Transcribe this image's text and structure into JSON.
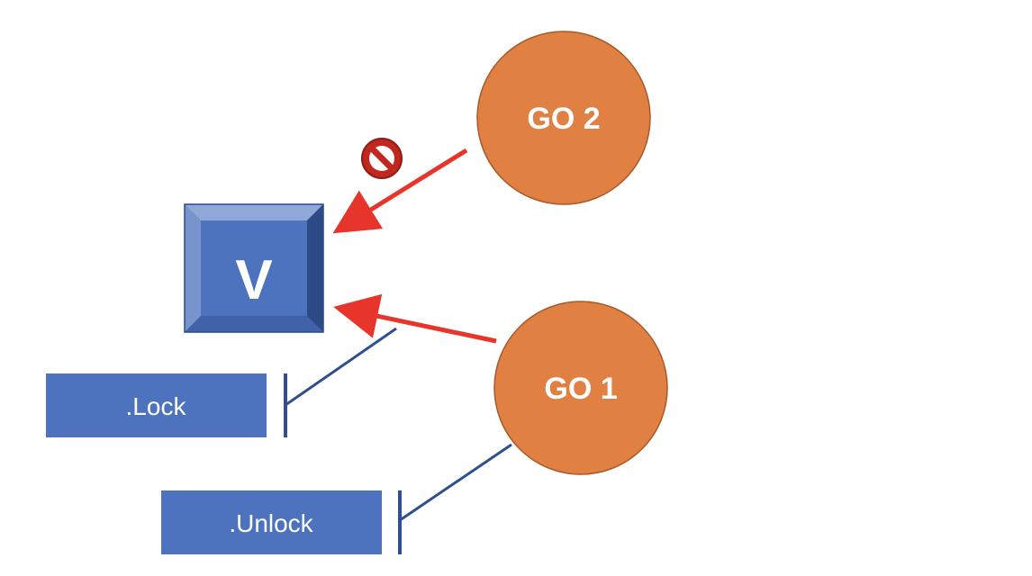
{
  "diagram": {
    "variable": {
      "label": "V"
    },
    "goroutines": [
      {
        "id": "go2",
        "label": "GO 2"
      },
      {
        "id": "go1",
        "label": "GO 1"
      }
    ],
    "callouts": [
      {
        "id": "lock",
        "label": ".Lock"
      },
      {
        "id": "unlock",
        "label": ".Unlock"
      }
    ],
    "blocked_icon": "prohibited-icon",
    "colors": {
      "goroutine_fill": "#E08143",
      "goroutine_stroke": "#A85A2A",
      "box_fill": "#4E73BE",
      "box_bevel_light": "#8FA8DA",
      "box_bevel_mid": "#3F62A8",
      "box_bevel_dark": "#2C4A86",
      "arrow": "#E8352B",
      "connector": "#2F4F8E",
      "prohibited": "#C0281F",
      "text_light": "#FFFFFF"
    }
  }
}
